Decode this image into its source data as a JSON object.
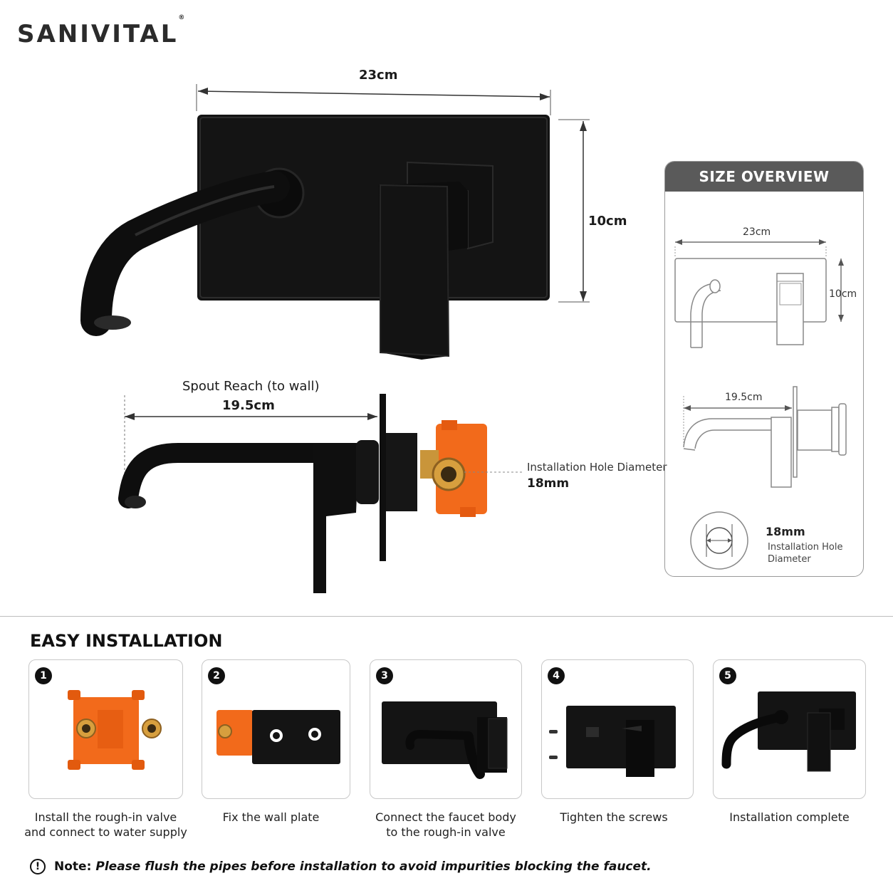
{
  "brand": {
    "name": "SANIVITAL",
    "mark": "®"
  },
  "main_diagram": {
    "width_label": "23cm",
    "height_label": "10cm",
    "spout_reach_label": "Spout Reach (to wall)",
    "spout_reach_value": "19.5cm",
    "hole_label": "Installation Hole Diameter",
    "hole_value": "18mm"
  },
  "size_overview": {
    "title": "SIZE OVERVIEW",
    "width_label": "23cm",
    "height_label": "10cm",
    "reach_label": "19.5cm",
    "hole_value": "18mm",
    "hole_label_line1": "Installation Hole",
    "hole_label_line2": "Diameter"
  },
  "installation": {
    "title": "EASY INSTALLATION",
    "steps": [
      {
        "num": "1",
        "caption_line1": "Install the rough-in valve",
        "caption_line2": "and connect to water supply"
      },
      {
        "num": "2",
        "caption_line1": "Fix the wall plate",
        "caption_line2": ""
      },
      {
        "num": "3",
        "caption_line1": "Connect the faucet body",
        "caption_line2": "to the rough-in valve"
      },
      {
        "num": "4",
        "caption_line1": "Tighten the screws",
        "caption_line2": ""
      },
      {
        "num": "5",
        "caption_line1": "Installation complete",
        "caption_line2": ""
      }
    ]
  },
  "note": {
    "icon": "exclamation-icon",
    "label": "Note:",
    "text": "Please flush the pipes before installation to avoid impurities blocking the faucet."
  },
  "colors": {
    "faucet": "#111111",
    "valve": "#f26a1b",
    "brass": "#c9953a",
    "header_bg": "#5a5a5a"
  }
}
